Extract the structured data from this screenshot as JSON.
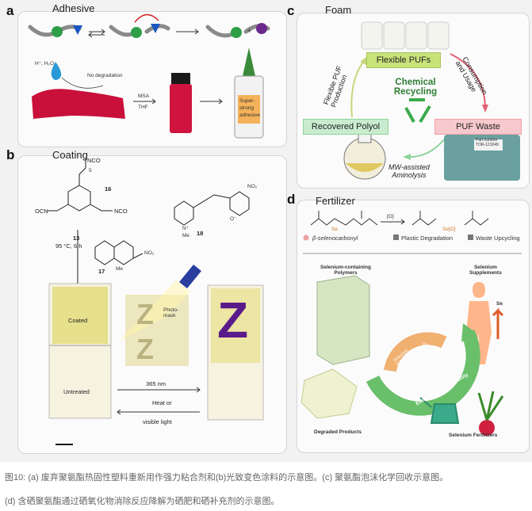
{
  "panels": {
    "a": {
      "label": "a",
      "title": "Adhesive",
      "hplus": "H⁺, H₂O",
      "no_degradation": "No degradation",
      "msa": "MSA",
      "thf": "THF",
      "super_strong": [
        "Super-",
        "strong",
        "adhesive"
      ]
    },
    "b": {
      "label": "b",
      "title": "Coating",
      "nco": "NCO",
      "sub5": "5",
      "sub16": "16",
      "ocn": "OCN",
      "nco2": "NCO",
      "n13": "13",
      "cond": "95 °C, 6 h",
      "n17": "17",
      "n18": "18",
      "me": "Me",
      "no2": "NO₂",
      "ominus": "O⁻",
      "nplus": "N⁺",
      "coated": "Coated",
      "untreated": "Untreated",
      "photomask": "Photo-\nmask",
      "uv": "365 nm",
      "heat": "Heat or",
      "visible": "visible light",
      "z": "Z"
    },
    "c": {
      "label": "c",
      "title": "Foam",
      "flexible_pufs": "Flexible PUFs",
      "consumption": "Consumption\nand Usage",
      "chemical": "Chemical\nRecycling",
      "flexible_production": "Flexible PUF\nProduction",
      "recovered": "Recovered Polyol",
      "waste": "PUF Waste",
      "mw": "MW-assisted\nAminolysis",
      "bag_text": "Part number\nTOR-121049"
    },
    "d": {
      "label": "d",
      "title": "Fertilizer",
      "se": "Se",
      "o_ox": "[O]",
      "se_o": "Se[O]",
      "selenocarbonyl": "β-selenocarbonyl",
      "plastic_deg": "Plastic Degradation",
      "waste_up": "Waste Upcycling",
      "se_polymers": "Selenium-containing\nPolymers",
      "se_supplements": "Selenium\nSupplements",
      "se_up": "Se",
      "degraded": "Degraded Products",
      "fertilizers": "Selenium Fertilizers",
      "ring_plastics": "Plastics",
      "ring_selective": "Selective\nElimination",
      "ring_value": "Value-added\nProducts",
      "ring_econ": "Economic Sustainability"
    }
  },
  "caption": {
    "line1": "图10: (a) 废弃聚氨酯热固性塑料重新用作强力粘合剂和(b)光致变色涂料的示意图。(c) 聚氨酯泡沫化学回收示意图。",
    "line2": "(d) 含硒聚氨酯通过硒氧化物消除反应降解为硒肥和硒补充剂的示意图。"
  },
  "colors": {
    "green": "#8fd39a",
    "pink": "#f0a0a8",
    "purple": "#5a1a8a",
    "adhesive_red": "#c8103a"
  }
}
